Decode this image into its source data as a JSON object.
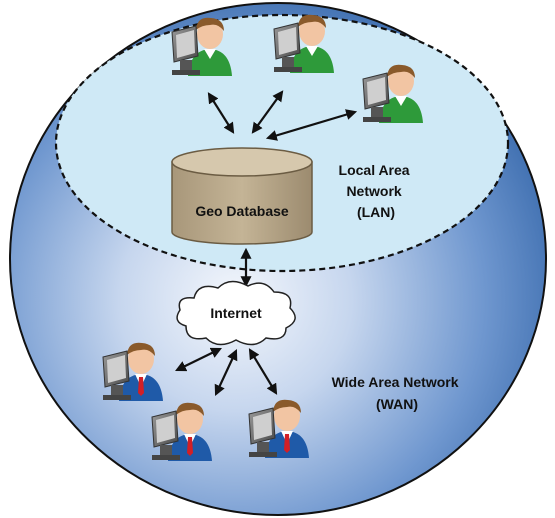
{
  "diagram": {
    "database_label": "Geo Database",
    "internet_label": "Internet",
    "lan_label_lines": [
      "Local Area",
      "Network",
      "(LAN)"
    ],
    "wan_label_lines": [
      "Wide Area Network",
      "(WAN)"
    ]
  },
  "colors": {
    "outer_ellipse_edge": "#3f6fb0",
    "outer_ellipse_center": "#f4f7fc",
    "lan_fill": "#cfe9f6",
    "database_body": "#b8a78a",
    "lan_user_shirt": "#2e9a3a",
    "wan_user_suit": "#1f5aa8",
    "wan_user_tie": "#d21f26",
    "monitor": "#6d6d6d"
  },
  "icons": {
    "lan_user": "computer-user-green-shirt",
    "wan_user": "computer-user-suit-red-tie",
    "database": "database-cylinder",
    "internet": "cloud"
  }
}
